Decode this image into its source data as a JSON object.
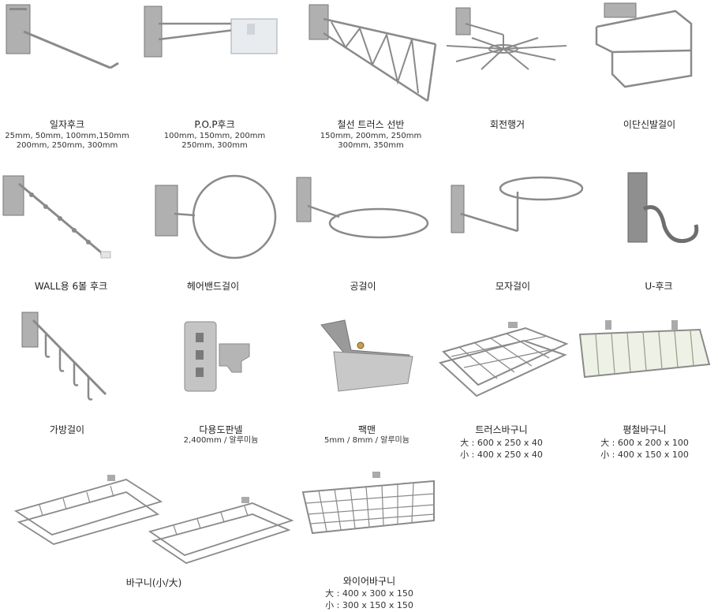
{
  "items": [
    {
      "name": "일자후크",
      "spec": [
        "25mm, 50mm, 100mm,150mm",
        "200mm, 250mm, 300mm"
      ]
    },
    {
      "name": "P.O.P후크",
      "spec": [
        "100mm, 150mm, 200mm",
        "250mm, 300mm"
      ]
    },
    {
      "name": "철선 트러스 선반",
      "spec": [
        "150mm, 200mm, 250mm",
        "300mm, 350mm"
      ]
    },
    {
      "name": "회전행거",
      "spec": []
    },
    {
      "name": "이단신발걸이",
      "spec": []
    },
    {
      "name": "WALL용 6볼 후크",
      "spec": []
    },
    {
      "name": "헤어밴드걸이",
      "spec": []
    },
    {
      "name": "공걸이",
      "spec": []
    },
    {
      "name": "모자걸이",
      "spec": []
    },
    {
      "name": "U-후크",
      "spec": []
    },
    {
      "name": "가방걸이",
      "spec": []
    },
    {
      "name": "다용도판넬",
      "spec": [
        "2,400mm / 알루미늄"
      ]
    },
    {
      "name": "팩맨",
      "spec": [
        "5mm / 8mm / 알루미늄"
      ]
    },
    {
      "name": "트러스바구니",
      "spec": [
        "大 : 600 x 250 x 40",
        "小 : 400 x 250 x 40"
      ]
    },
    {
      "name": "평철바구니",
      "spec": [
        "大 : 600 x 200 x 100",
        "小 : 400 x 150 x 100"
      ]
    },
    {
      "name": "바구니(小/大)",
      "spec": []
    },
    {
      "name": "와이어바구니",
      "spec": [
        "大 : 400 x 300 x 150",
        "小 : 300 x 150 x 150"
      ]
    }
  ],
  "colors": {
    "metal": "#9a9a9a",
    "metal_dark": "#6e6e6e",
    "plate": "#b5b5b5",
    "aluminum": "#c4c4c4"
  }
}
